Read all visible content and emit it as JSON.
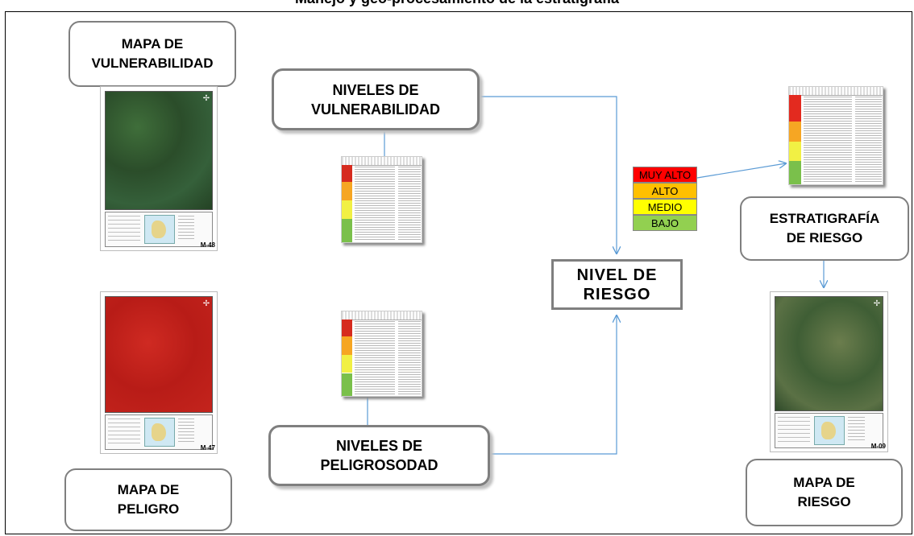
{
  "title": "Manejo y geo-procesamiento de la estratigrafía",
  "boxes": {
    "mapa_vulnerabilidad": "MAPA DE\nVULNERABILIDAD",
    "niveles_vulnerabilidad": "NIVELES DE\nVULNERABILIDAD",
    "mapa_peligro": "MAPA DE\nPELIGRO",
    "niveles_peligrosidad": "NIVELES DE\nPELIGROSODAD",
    "nivel_riesgo": "NIVEL DE\nRIESGO",
    "estratigrafia_riesgo": "ESTRATIGRAFÍA\nDE RIESGO",
    "mapa_riesgo": "MAPA DE\nRIESGO"
  },
  "map_codes": {
    "vulnerabilidad": "M-48",
    "peligro": "M-47",
    "riesgo": "M-09"
  },
  "risk_levels": [
    {
      "label": "MUY ALTO",
      "color": "#ff0000"
    },
    {
      "label": "ALTO",
      "color": "#ffc000"
    },
    {
      "label": "MEDIO",
      "color": "#ffff00"
    },
    {
      "label": "BAJO",
      "color": "#92d050"
    }
  ],
  "colors": {
    "connector": "#5b9bd5",
    "box_border": "#7f7f7f",
    "vulnerability_map": "#2e5a2c",
    "hazard_map": "#c0221c",
    "risk_map": "#4a6a3a"
  }
}
